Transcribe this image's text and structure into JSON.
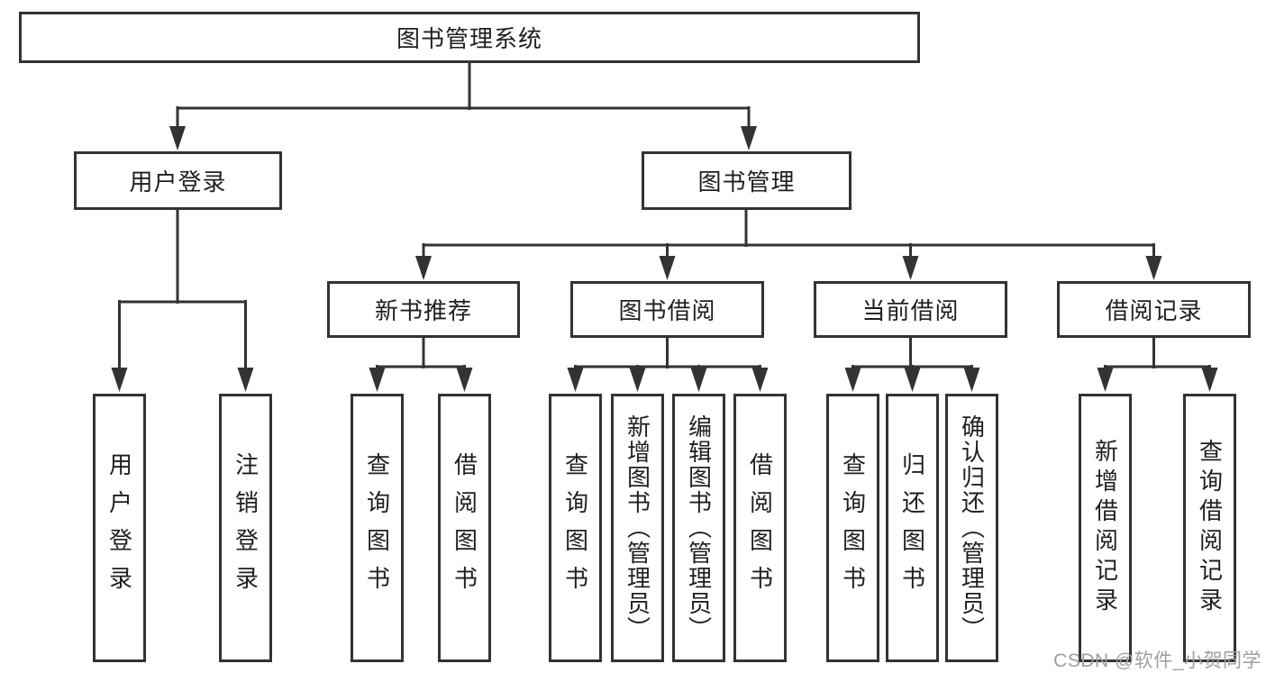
{
  "colors": {
    "line": "#333333",
    "border": "#333333",
    "text": "#1f1f1f",
    "background": "#ffffff",
    "watermark": "#9d9da5"
  },
  "tree": {
    "label": "图书管理系统",
    "children": [
      {
        "label": "用户登录",
        "children": [
          {
            "label": "用户登录"
          },
          {
            "label": "注销登录"
          }
        ]
      },
      {
        "label": "图书管理",
        "children": [
          {
            "label": "新书推荐",
            "children": [
              {
                "label": "查询图书"
              },
              {
                "label": "借阅图书"
              }
            ]
          },
          {
            "label": "图书借阅",
            "children": [
              {
                "label": "查询图书"
              },
              {
                "label": "新增图书（管理员）"
              },
              {
                "label": "编辑图书（管理员）"
              },
              {
                "label": "借阅图书"
              }
            ]
          },
          {
            "label": "当前借阅",
            "children": [
              {
                "label": "查询图书"
              },
              {
                "label": "归还图书"
              },
              {
                "label": "确认归还（管理员）"
              }
            ]
          },
          {
            "label": "借阅记录",
            "children": [
              {
                "label": "新增借阅记录"
              },
              {
                "label": "查询借阅记录"
              }
            ]
          }
        ]
      }
    ]
  },
  "watermark": "CSDN @软件_小贺同学"
}
